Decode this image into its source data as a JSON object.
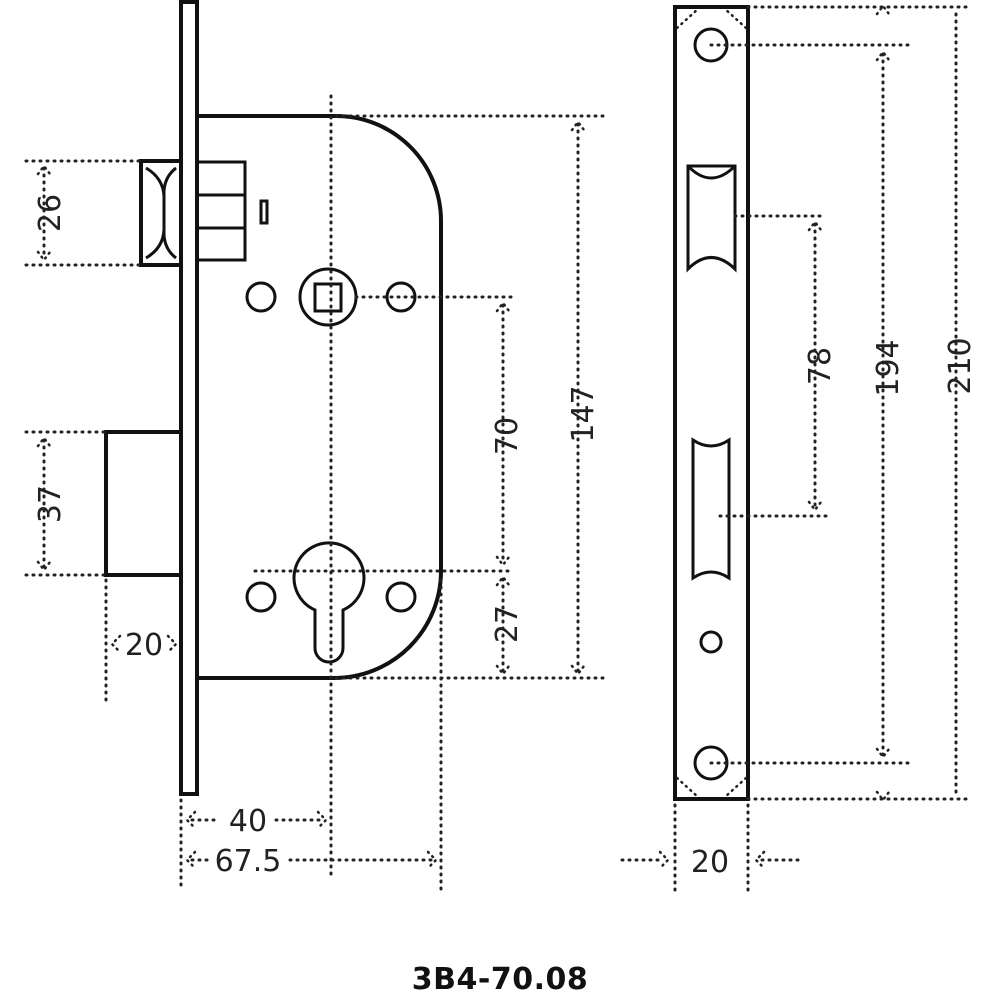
{
  "dimensions": {
    "latch_height": "26",
    "deadbolt_height": "37",
    "bolt_throw": "20",
    "spindle_to_cylinder": "70",
    "cylinder_to_bottom": "27",
    "case_height": "147",
    "backset": "40",
    "case_depth": "67.5",
    "slot_distance": "78",
    "screw_distance": "194",
    "faceplate_height": "210",
    "faceplate_width": "20"
  },
  "model": "3В4-70.08"
}
